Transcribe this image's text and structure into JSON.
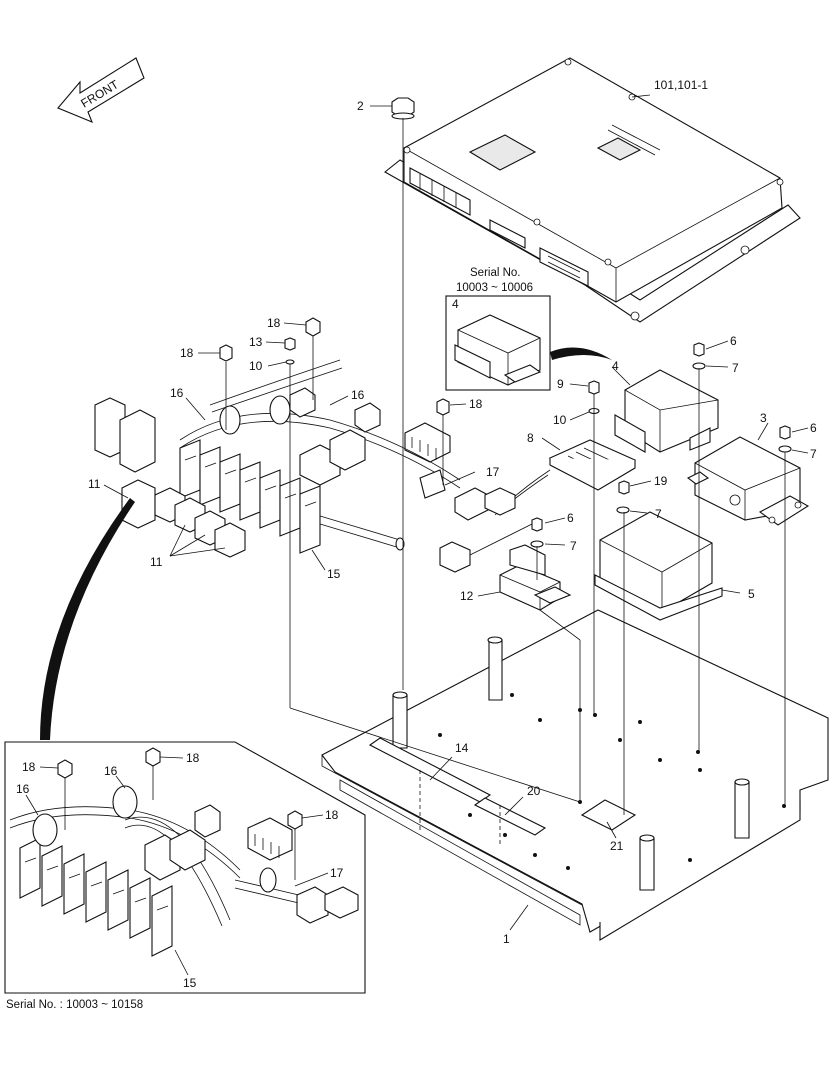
{
  "orientation": {
    "arrow_label": "FRONT"
  },
  "serial_box": {
    "title": "Serial No.",
    "range": "10003 ~ 10006",
    "part_label": "4"
  },
  "inset": {
    "caption": "Serial No. : 10003 ~ 10158"
  },
  "callouts": {
    "c101": "101,101-1",
    "c1": "1",
    "c2": "2",
    "c3": "3",
    "c4": "4",
    "c5": "5",
    "c6a": "6",
    "c6b": "6",
    "c6c": "6",
    "c7a": "7",
    "c7b": "7",
    "c7c": "7",
    "c7d": "7",
    "c8": "8",
    "c9": "9",
    "c10a": "10",
    "c10b": "10",
    "c11a": "11",
    "c11b": "11",
    "c12": "12",
    "c13": "13",
    "c14": "14",
    "c15": "15",
    "c16a": "16",
    "c16b": "16",
    "c17": "17",
    "c18a": "18",
    "c18b": "18",
    "c18c": "18",
    "c19": "19",
    "c20": "20",
    "c21": "21",
    "i18a": "18",
    "i18b": "18",
    "i18c": "18",
    "i16a": "16",
    "i16b": "16",
    "i17": "17",
    "i15": "15"
  }
}
